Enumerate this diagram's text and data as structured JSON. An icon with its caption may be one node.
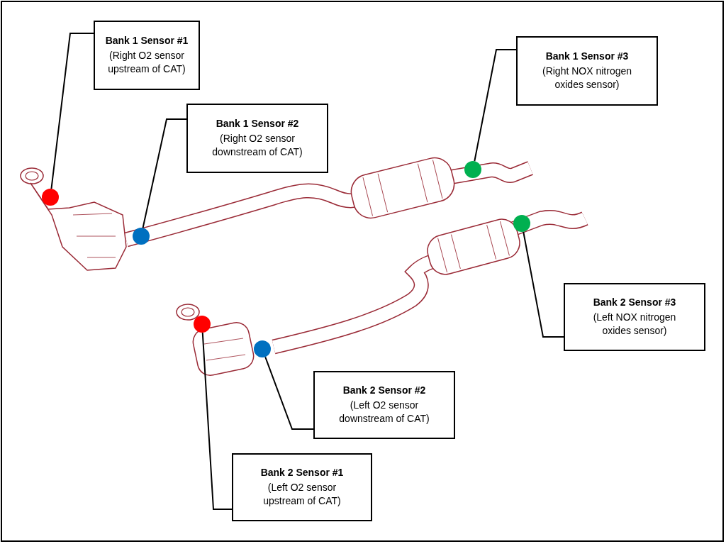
{
  "diagram": {
    "nodes": [
      {
        "text": [
          "Bank 1 Sensor #1",
          "(Right O2 sensor upstream of CAT)"
        ]
      },
      {
        "text": [
          "Bank 1 Sensor #3",
          "(Right NOX nitrogen oxides sensor)"
        ]
      },
      {
        "text": [
          "Bank 1 Sensor #2",
          "(Right O2 sensor downstream of CAT)"
        ]
      },
      {
        "text": [
          "Bank 2 Sensor #3",
          "(Left NOX nitrogen oxides sensor)"
        ]
      },
      {
        "text": [
          "Bank 2 Sensor #2",
          "(Left O2 sensor downstream of CAT)"
        ]
      },
      {
        "text": [
          "Bank 2 Sensor #1",
          "(Left O2 sensor upstream of CAT)"
        ]
      },
      {
        "text": [],
        "shape": "circle"
      },
      {
        "text": [],
        "shape": "circle"
      },
      {
        "text": [],
        "shape": "circle"
      },
      {
        "text": [],
        "shape": "circle"
      },
      {
        "text": [],
        "shape": "circle"
      },
      {
        "text": [],
        "shape": "circle"
      }
    ],
    "edges": [
      {
        "from": 0,
        "to": 6,
        "arrow": "none"
      },
      {
        "from": 2,
        "to": 7,
        "arrow": "none"
      },
      {
        "from": 1,
        "to": 8,
        "arrow": "none"
      },
      {
        "from": 3,
        "to": 9,
        "arrow": "none"
      },
      {
        "from": 4,
        "to": 11,
        "arrow": "none"
      },
      {
        "from": 5,
        "to": 10,
        "arrow": "none"
      }
    ]
  }
}
